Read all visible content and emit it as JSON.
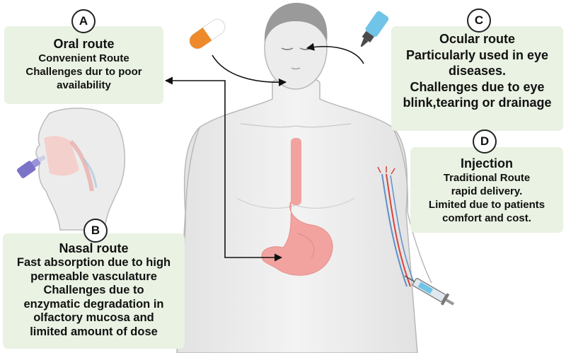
{
  "badges": {
    "a": "A",
    "b": "B",
    "c": "C",
    "d": "D"
  },
  "oral": {
    "title": "Oral route",
    "lines": [
      "Convenient Route",
      "Challenges dur to poor",
      "availability"
    ]
  },
  "ocular": {
    "lines": [
      "Ocular route",
      "Particularly used in eye",
      "diseases.",
      "Challenges due to eye",
      "blink,tearing or drainage"
    ]
  },
  "injection": {
    "title": "Injection",
    "lines": [
      "Traditional Route",
      "rapid delivery.",
      "Limited due to patients",
      "comfort and cost."
    ]
  },
  "nasal": {
    "title": "Nasal route",
    "lines": [
      "Fast absorption due to high",
      "permeable vasculature",
      "Challenges due to",
      "enzymatic degradation in",
      "olfactory mucosa and",
      "limited amount of dose"
    ]
  },
  "colors": {
    "box_fill": "#e9f2e3",
    "skin": "#ececec",
    "outline": "#b9b9b9",
    "organ": "#f2a3a0",
    "pill_orange": "#ee8a2c",
    "dropper_blue": "#6fc4e8",
    "nasal_spray": "#7b73c8",
    "arrow": "#111111"
  },
  "icons": [
    "pill-icon",
    "eye-dropper-icon",
    "nasal-spray-icon",
    "syringe-icon"
  ]
}
